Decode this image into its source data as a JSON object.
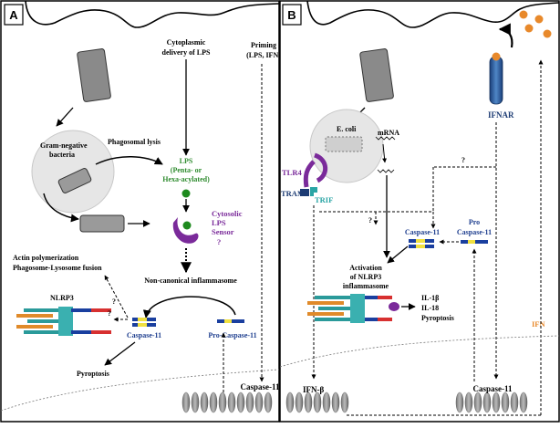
{
  "panel_a": {
    "letter": "A",
    "cytoplasmic_delivery": [
      "Cytoplasmic",
      "delivery of LPS"
    ],
    "priming": [
      "Priming",
      "(LPS, IFN)"
    ],
    "phagosomal_lysis": "Phagosomal lysis",
    "gram_negative": [
      "Gram-negative",
      "bacteria"
    ],
    "lps": [
      "LPS",
      "(Penta- or",
      "Hexa-acylated)"
    ],
    "cytosolic_sensor": [
      "Cytosolic",
      "LPS",
      "Sensor"
    ],
    "sensor_q": "?",
    "actin": [
      "Actin polymerization",
      "Phagosome-Lysosome fusion"
    ],
    "noncanonical": "Non-canonical inflammasome",
    "q1": "?",
    "q2": "?",
    "nlrp3": "NLRP3",
    "caspase11": "Caspase-11",
    "pro_caspase11": "Pro-Caspase-11",
    "pyroptosis": "Pyroptosis",
    "caspase11_gene": "Caspase-11"
  },
  "panel_b": {
    "letter": "B",
    "ifnar": "IFNAR",
    "ecoli": "E. coli",
    "mrna": "mRNA",
    "tlr4": "TLR4",
    "tram": "TRAM",
    "trif": "TRIF",
    "q_top": "?",
    "q_mid": "?",
    "caspase11": "Caspase-11",
    "pro_caspase11": [
      "Pro",
      "Caspase-11"
    ],
    "activation": [
      "Activation",
      "of NLRP3",
      "inflammasome"
    ],
    "outputs": [
      "IL-1β",
      "IL-18",
      "Pyroptosis"
    ],
    "ifn": "IFN",
    "ifn_beta": "IFN-β",
    "caspase11_gene": "Caspase-11"
  }
}
